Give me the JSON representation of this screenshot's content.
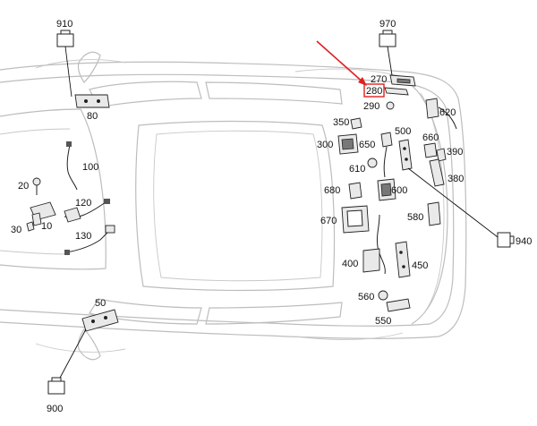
{
  "diagram": {
    "highlight_color": "#e02020",
    "callouts": {
      "c910": "910",
      "c80": "80",
      "c100": "100",
      "c20": "20",
      "c120": "120",
      "c30": "30",
      "c10": "10",
      "c130": "130",
      "c50": "50",
      "c900": "900",
      "c970": "970",
      "c270": "270",
      "c280": "280",
      "c290": "290",
      "c620": "620",
      "c350": "350",
      "c500": "500",
      "c660": "660",
      "c300": "300",
      "c650": "650",
      "c390": "390",
      "c610": "610",
      "c380": "380",
      "c680": "680",
      "c600": "600",
      "c670": "670",
      "c580": "580",
      "c940": "940",
      "c400": "400",
      "c450": "450",
      "c560": "560",
      "c550": "550"
    }
  }
}
